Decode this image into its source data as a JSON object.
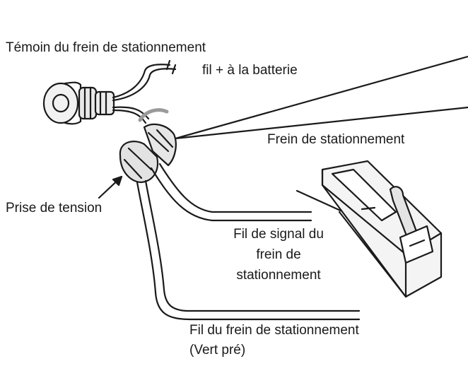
{
  "labels": {
    "indicator": "Témoin du frein de stationnement",
    "battery_wire": "fil + à la batterie",
    "parking_brake": "Frein de stationnement",
    "power_tap": "Prise de tension",
    "signal_wire_line1": "Fil de signal du",
    "signal_wire_line2": "frein de",
    "signal_wire_line3": "stationnement",
    "brake_wire_line1": "Fil du frein de stationnement",
    "brake_wire_line2": "(Vert pré)"
  }
}
